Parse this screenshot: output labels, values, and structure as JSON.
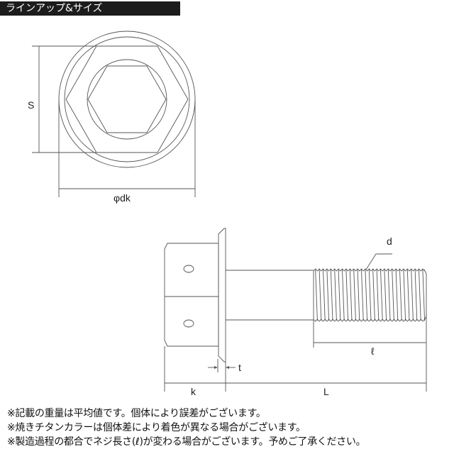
{
  "header": {
    "title": "ラインアップ&サイズ"
  },
  "diagram": {
    "top_view_labels": {
      "s": "S",
      "dk": "φdk"
    },
    "side_view_labels": {
      "d": "d",
      "thread_length": "ℓ",
      "t": "t",
      "k": "k",
      "L": "L"
    }
  },
  "notes": [
    "※記載の重量は平均値です。個体により誤差がございます。",
    "※焼きチタンカラーは個体差により着色が異なる場合がございます。",
    "※製造過程の都合でネジ長さ(ℓ)が変わる場合がございます。予めご了承ください。"
  ]
}
